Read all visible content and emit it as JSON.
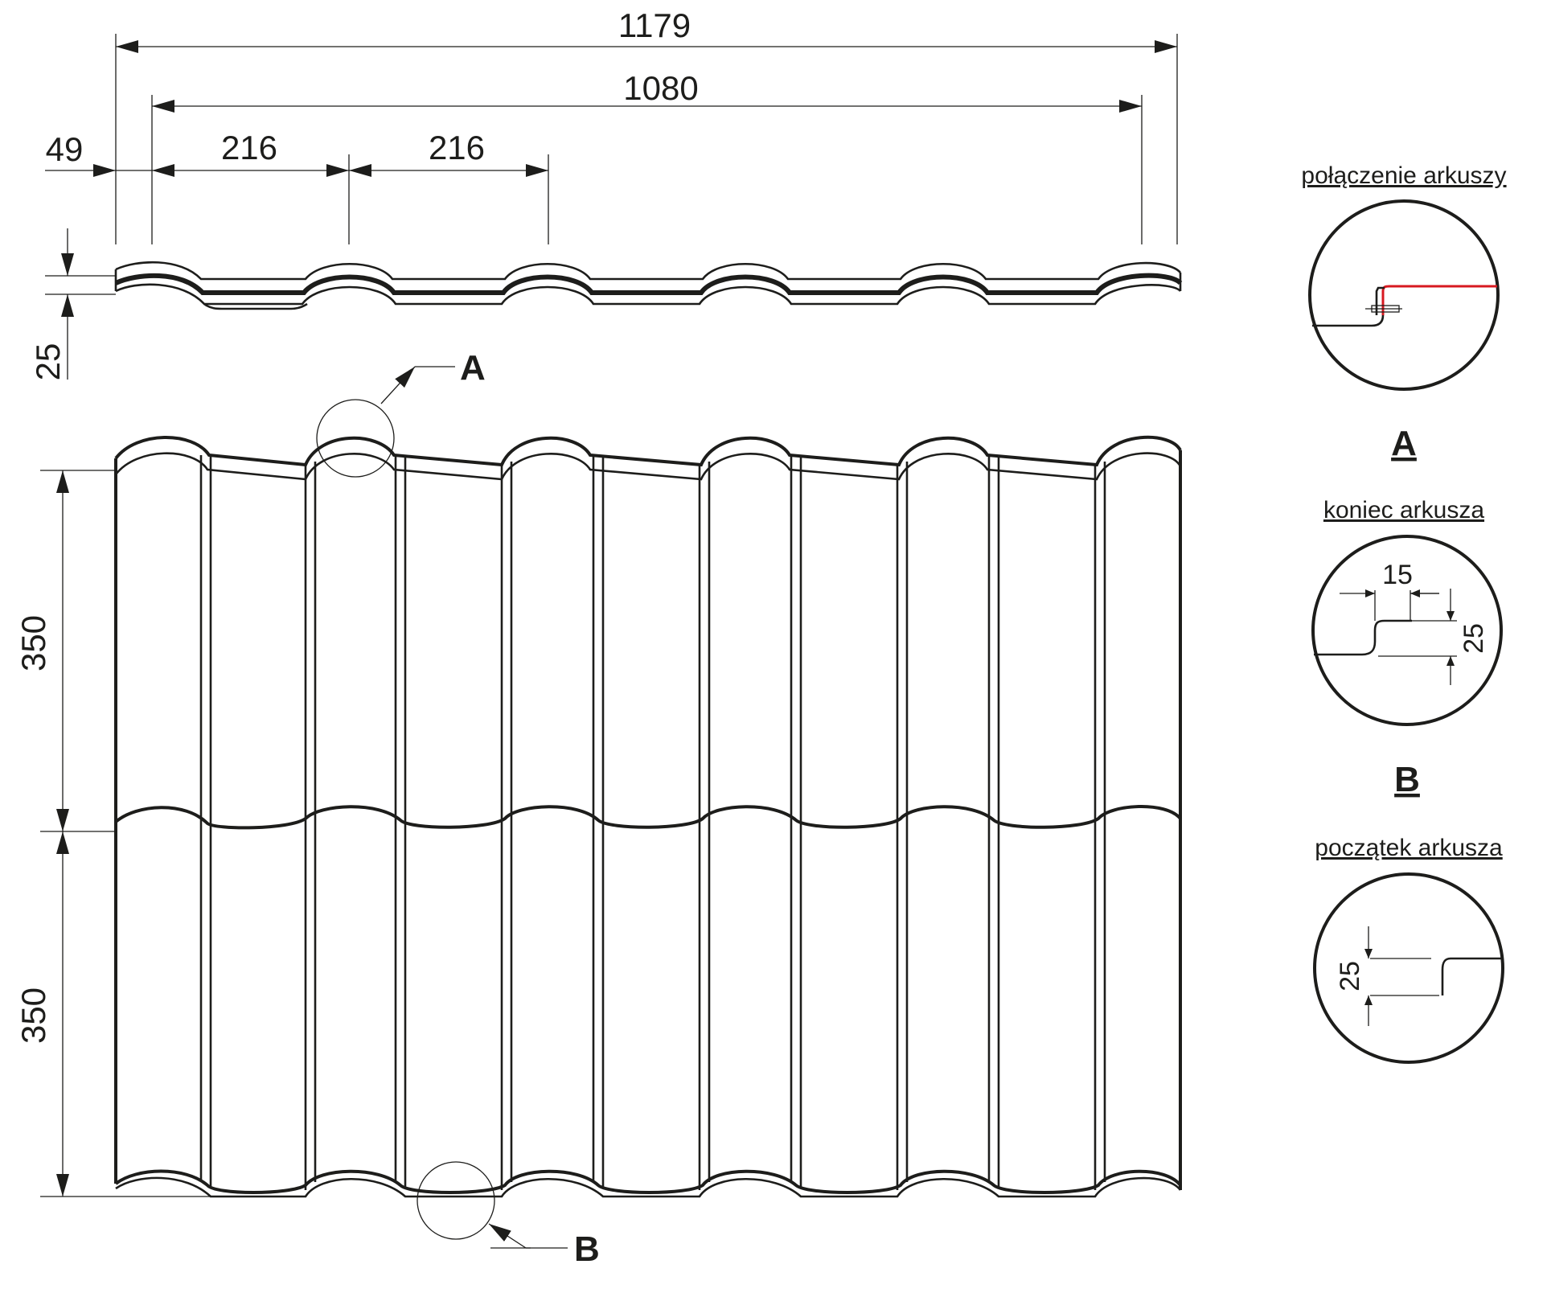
{
  "dimensions": {
    "overall_width": "1179",
    "effective_width": "1080",
    "edge_offset": "49",
    "wave_pitch_1": "216",
    "wave_pitch_2": "216",
    "profile_height": "25",
    "module_length_1": "350",
    "module_length_2": "350"
  },
  "markers": {
    "a": "A",
    "b": "B"
  },
  "details": {
    "joint": {
      "caption": "połączenie arkuszy",
      "letter": "A"
    },
    "sheet_end": {
      "caption": "koniec arkusza",
      "letter": "B",
      "step_width": "15",
      "step_height": "25"
    },
    "sheet_start": {
      "caption": "początek arkusza",
      "step_height": "25"
    }
  },
  "colors": {
    "line": "#1d1d1b",
    "sealant": "#d71920"
  }
}
